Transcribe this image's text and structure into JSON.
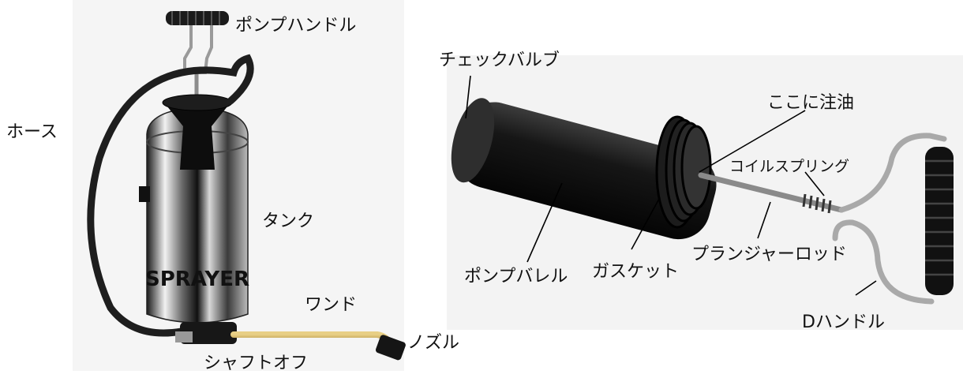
{
  "sprayer_labels": {
    "pump_handle": "ポンプハンドル",
    "hose": "ホース",
    "tank": "タンク",
    "wand": "ワンド",
    "nozzle": "ノズル",
    "shutoff": "シャフトオフ"
  },
  "pump_labels": {
    "check_valve": "チェックバルブ",
    "oil_here": "ここに注油",
    "coil_spring": "コイルスプリング",
    "plunger_rod": "プランジャーロッド",
    "pump_barrel": "ポンプバレル",
    "gasket": "ガスケット",
    "d_handle": "Dハンドル"
  },
  "tank_print": "SPRAYER",
  "colors": {
    "steel_dark": "#2a2a2a",
    "steel_light": "#e8e8e8",
    "hose": "#1e1e1e",
    "wand": "#c9a24a",
    "photo_bg": "#f4f4f4"
  }
}
